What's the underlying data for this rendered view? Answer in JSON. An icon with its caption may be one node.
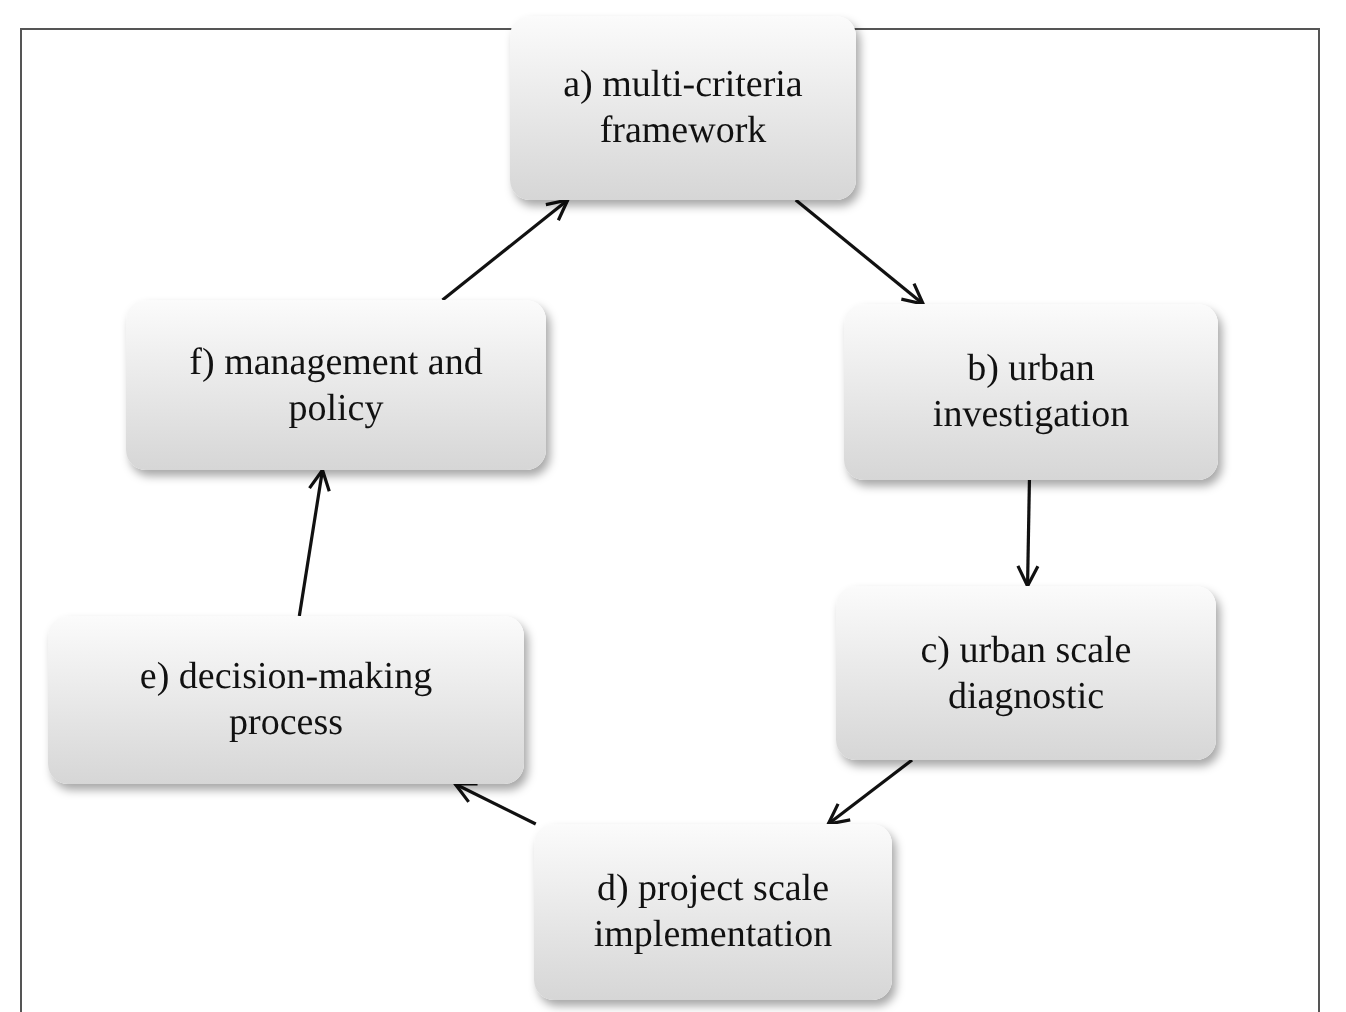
{
  "diagram": {
    "nodes": [
      {
        "text": [
          "a) multi-criteria framework"
        ]
      },
      {
        "text": [
          "b) urban investigation"
        ]
      },
      {
        "text": [
          "c) urban scale diagnostic"
        ]
      },
      {
        "text": [
          "d) project scale implementation"
        ]
      },
      {
        "text": [
          "e) decision-making process"
        ]
      },
      {
        "text": [
          "f) management and policy"
        ]
      }
    ],
    "edges": [
      {
        "from": 0,
        "to": 1,
        "arrow": "to"
      },
      {
        "from": 1,
        "to": 2,
        "arrow": "to"
      },
      {
        "from": 2,
        "to": 3,
        "arrow": "to"
      },
      {
        "from": 3,
        "to": 4,
        "arrow": "to"
      },
      {
        "from": 4,
        "to": 5,
        "arrow": "to"
      },
      {
        "from": 5,
        "to": 0,
        "arrow": "to"
      }
    ]
  }
}
